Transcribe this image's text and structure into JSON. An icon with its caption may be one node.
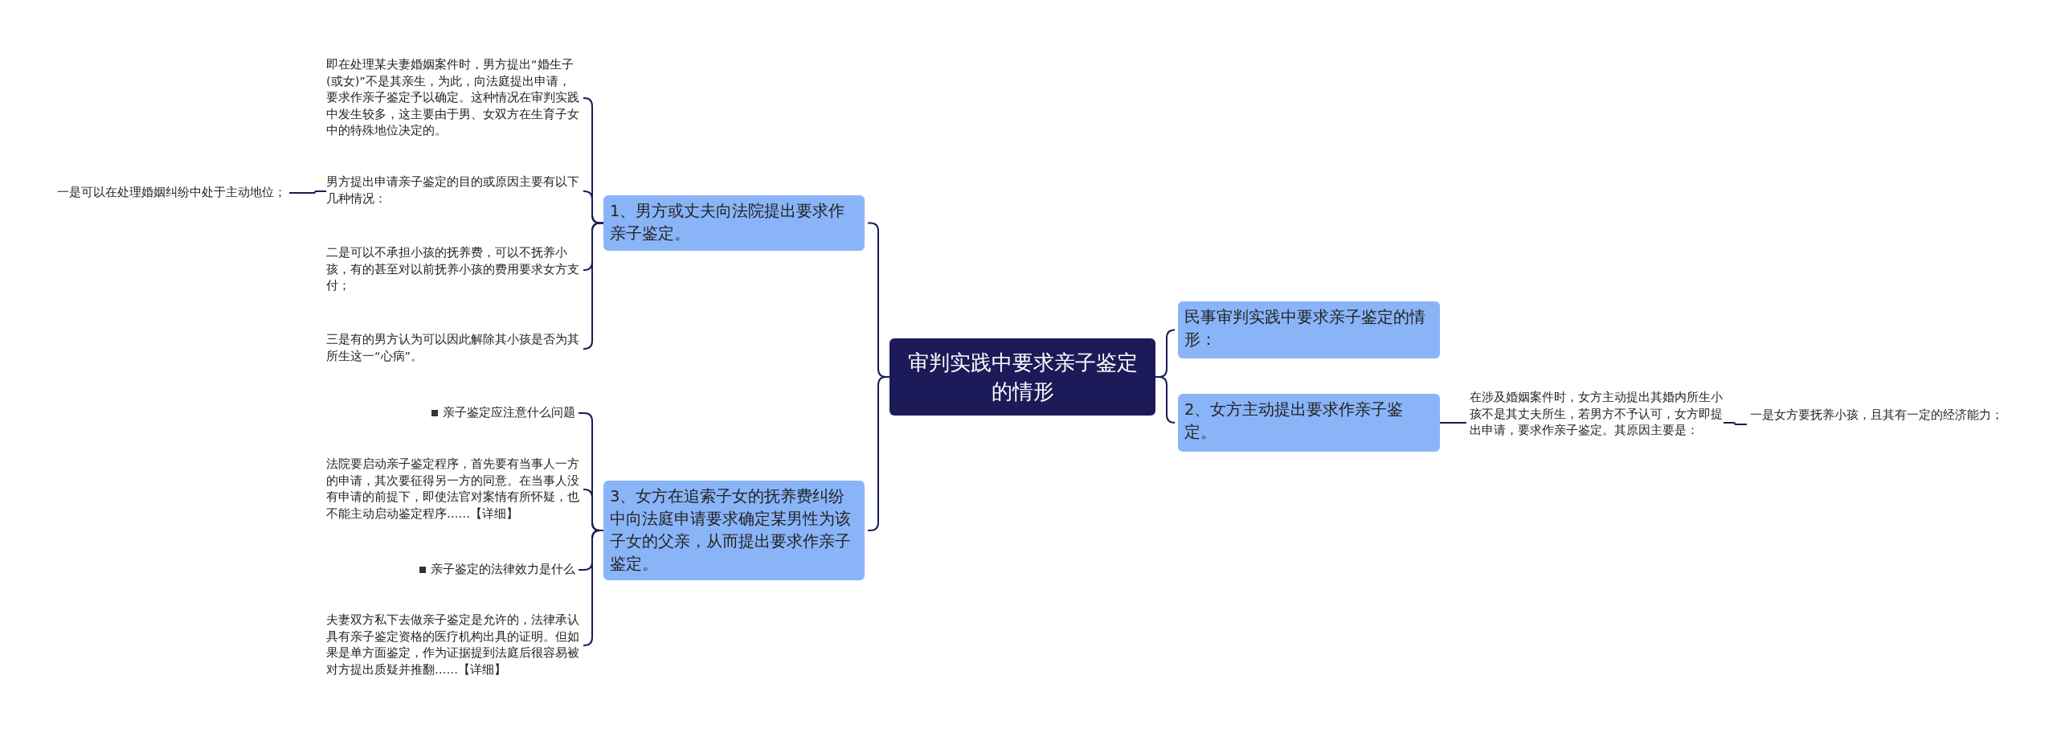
{
  "diagram": {
    "nodes": [
      {
        "text": [
          "审判实践中要求亲子鉴定的情形"
        ]
      },
      {
        "text": [
          "1、男方或丈夫向法院提出要求作亲子鉴定。"
        ]
      },
      {
        "text": [
          "即在处理某夫妻婚姻案件时，男方提出“婚生子(或女)”不是其亲生，为此，向法庭提出申请，要求作亲子鉴定予以确定。这种情况在审判实践中发生较多，这主要由于男、女双方在生育子女中的特殊地位决定的。"
        ]
      },
      {
        "text": [
          "男方提出申请亲子鉴定的目的或原因主要有以下几种情况："
        ]
      },
      {
        "text": [
          "一是可以在处理婚姻纠纷中处于主动地位；"
        ]
      },
      {
        "text": [
          "二是可以不承担小孩的抚养费，可以不抚养小孩，有的甚至对以前抚养小孩的费用要求女方支付；"
        ]
      },
      {
        "text": [
          "三是有的男方认为可以因此解除其小孩是否为其所生这一“心病”。"
        ]
      },
      {
        "text": [
          "3、女方在追索子女的抚养费纠纷中向法庭申请要求确定某男性为该子女的父亲，从而提出要求作亲子鉴定。"
        ]
      },
      {
        "text": [
          "亲子鉴定应注意什么问题"
        ]
      },
      {
        "text": [
          "法院要启动亲子鉴定程序，首先要有当事人一方的申请，其次要征得另一方的同意。在当事人没有申请的前提下，即使法官对案情有所怀疑，也不能主动启动鉴定程序……【详细】"
        ]
      },
      {
        "text": [
          "亲子鉴定的法律效力是什么"
        ]
      },
      {
        "text": [
          "夫妻双方私下去做亲子鉴定是允许的，法律承认具有亲子鉴定资格的医疗机构出具的证明。但如果是单方面鉴定，作为证据提到法庭后很容易被对方提出质疑并推翻……【详细】"
        ]
      },
      {
        "text": [
          "民事审判实践中要求亲子鉴定的情形："
        ]
      },
      {
        "text": [
          "2、女方主动提出要求作亲子鉴定。"
        ]
      },
      {
        "text": [
          "在涉及婚姻案件时，女方主动提出其婚内所生小孩不是其丈夫所生，若男方不予认可，女方即提出申请，要求作亲子鉴定。其原因主要是："
        ]
      },
      {
        "text": [
          "一是女方要抚养小孩，且其有一定的经济能力；"
        ]
      }
    ],
    "edges": [
      {
        "from": 0,
        "to": 1,
        "arrow": "none"
      },
      {
        "from": 0,
        "to": 7,
        "arrow": "none"
      },
      {
        "from": 0,
        "to": 12,
        "arrow": "none"
      },
      {
        "from": 0,
        "to": 13,
        "arrow": "none"
      },
      {
        "from": 1,
        "to": 2,
        "arrow": "none"
      },
      {
        "from": 1,
        "to": 3,
        "arrow": "none"
      },
      {
        "from": 1,
        "to": 5,
        "arrow": "none"
      },
      {
        "from": 1,
        "to": 6,
        "arrow": "none"
      },
      {
        "from": 3,
        "to": 4,
        "arrow": "none"
      },
      {
        "from": 7,
        "to": 8,
        "arrow": "none"
      },
      {
        "from": 7,
        "to": 9,
        "arrow": "none"
      },
      {
        "from": 7,
        "to": 10,
        "arrow": "none"
      },
      {
        "from": 7,
        "to": 11,
        "arrow": "none"
      },
      {
        "from": 13,
        "to": 14,
        "arrow": "none"
      },
      {
        "from": 14,
        "to": 15,
        "arrow": "none"
      }
    ]
  }
}
